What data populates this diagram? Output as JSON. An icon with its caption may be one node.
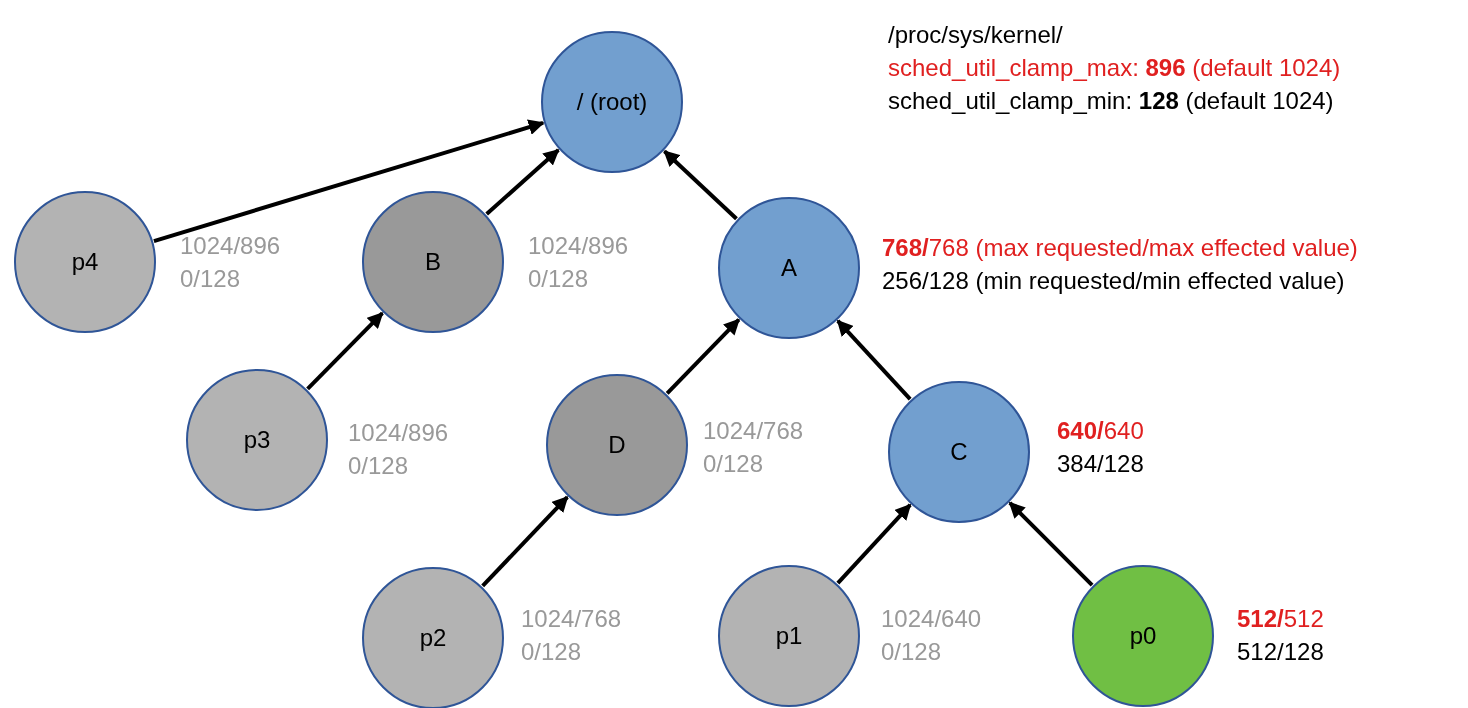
{
  "diagram": {
    "nodes": [
      {
        "text": [
          "/ (root)"
        ]
      },
      {
        "text": [
          "p4"
        ],
        "beside": [
          "1024/896",
          "0/128"
        ]
      },
      {
        "text": [
          "B"
        ],
        "beside": [
          "1024/896",
          "0/128"
        ]
      },
      {
        "text": [
          "A"
        ],
        "beside": [
          "**768/**768 (max requested/max effected value)",
          "256/128 (min requested/min effected value)"
        ]
      },
      {
        "text": [
          "p3"
        ],
        "beside": [
          "1024/896",
          "0/128"
        ]
      },
      {
        "text": [
          "D"
        ],
        "beside": [
          "1024/768",
          "0/128"
        ]
      },
      {
        "text": [
          "C"
        ],
        "beside": [
          "**640/**640",
          "384/128"
        ]
      },
      {
        "text": [
          "p2"
        ],
        "beside": [
          "1024/768",
          "0/128"
        ]
      },
      {
        "text": [
          "p1"
        ],
        "beside": [
          "1024/640",
          "0/128"
        ]
      },
      {
        "text": [
          "p0"
        ],
        "beside": [
          "**512/**512",
          "512/128"
        ]
      }
    ],
    "edges": [
      {
        "from": 1,
        "to": 0,
        "arrow": "to"
      },
      {
        "from": 2,
        "to": 0,
        "arrow": "to"
      },
      {
        "from": 3,
        "to": 0,
        "arrow": "to"
      },
      {
        "from": 4,
        "to": 2,
        "arrow": "to"
      },
      {
        "from": 5,
        "to": 3,
        "arrow": "to"
      },
      {
        "from": 6,
        "to": 3,
        "arrow": "to"
      },
      {
        "from": 7,
        "to": 5,
        "arrow": "to"
      },
      {
        "from": 8,
        "to": 6,
        "arrow": "to"
      },
      {
        "from": 9,
        "to": 6,
        "arrow": "to"
      }
    ],
    "labels": [
      "/proc/sys/kernel/",
      "sched_util_clamp_max: **896** (default 1024)",
      "sched_util_clamp_min: **128** (default 1024)"
    ]
  }
}
